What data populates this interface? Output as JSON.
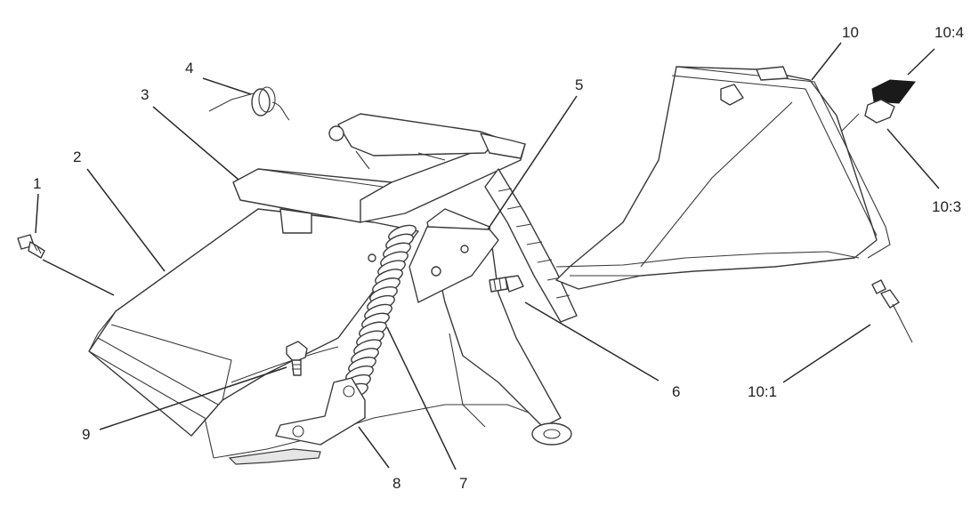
{
  "callouts": [
    {
      "id": "c1",
      "label": "1"
    },
    {
      "id": "c2",
      "label": "2"
    },
    {
      "id": "c3",
      "label": "3"
    },
    {
      "id": "c4",
      "label": "4"
    },
    {
      "id": "c5",
      "label": "5"
    },
    {
      "id": "c6",
      "label": "6"
    },
    {
      "id": "c7",
      "label": "7"
    },
    {
      "id": "c8",
      "label": "8"
    },
    {
      "id": "c9",
      "label": "9"
    },
    {
      "id": "c10",
      "label": "10"
    },
    {
      "id": "c10_1",
      "label": "10:1"
    },
    {
      "id": "c10_3",
      "label": "10:3"
    },
    {
      "id": "c10_4",
      "label": "10:4"
    }
  ]
}
